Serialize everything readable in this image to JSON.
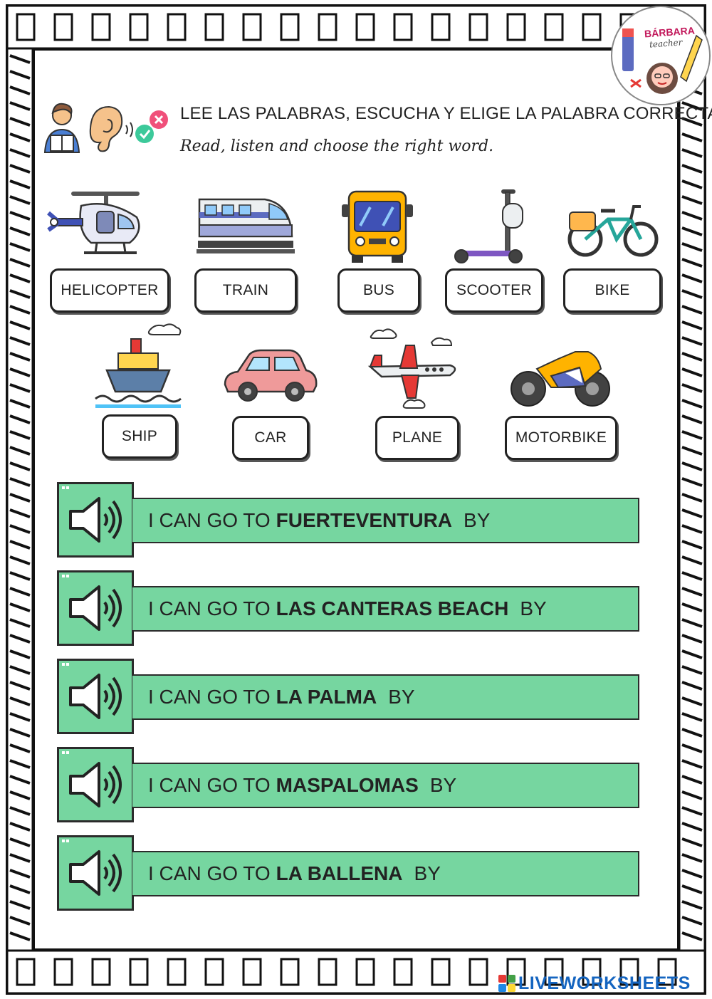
{
  "branding": {
    "badge_title": "BÁRBARA",
    "badge_subtitle": "teacher",
    "watermark": "LIVEWORKSHEETS"
  },
  "header": {
    "instruction_es": "LEE LAS PALABRAS, ESCUCHA Y ELIGE LA PALABRA CORRECTA.",
    "instruction_en": "Read, listen and choose the right word.",
    "icons": [
      "reading-person-icon",
      "ear-icon",
      "check-cross-icon"
    ]
  },
  "word_bank": {
    "row1": [
      "HELICOPTER",
      "TRAIN",
      "BUS",
      "SCOOTER",
      "BIKE"
    ],
    "row2": [
      "SHIP",
      "CAR",
      "PLANE",
      "MOTORBIKE"
    ]
  },
  "exercises": [
    {
      "lead": "I CAN GO TO",
      "place": "FUERTEVENTURA",
      "tail": "BY"
    },
    {
      "lead": "I CAN GO TO",
      "place": "LAS CANTERAS BEACH",
      "tail": "BY"
    },
    {
      "lead": "I CAN GO TO",
      "place": "LA PALMA",
      "tail": "BY"
    },
    {
      "lead": "I CAN GO TO",
      "place": "MASPALOMAS",
      "tail": "BY"
    },
    {
      "lead": "I CAN GO TO",
      "place": "LA BALLENA",
      "tail": "BY"
    }
  ],
  "colors": {
    "row_green": "#76d6a0",
    "border": "#222222",
    "watermark_blue": "#1565c0"
  }
}
